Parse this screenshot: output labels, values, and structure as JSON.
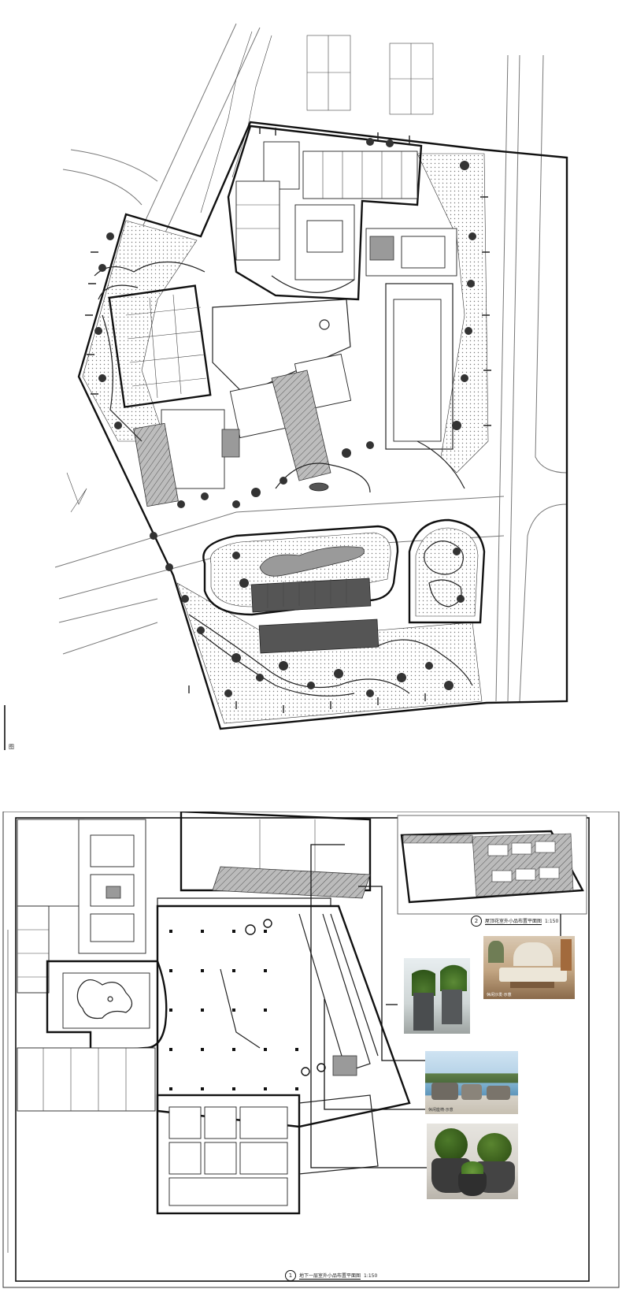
{
  "top_sheet": {
    "legend_mark": "图"
  },
  "bottom_sheet": {
    "callout_1": {
      "number": "1",
      "text": "地下一层室外小品布置平面图",
      "scale": "1:150"
    },
    "callout_2": {
      "number": "2",
      "text": "屋顶花室外小品布置平面图",
      "scale": "1:150"
    },
    "photos": [
      {
        "name": "sofa-lounge-photo",
        "caption": "休闲沙发·示意"
      },
      {
        "name": "planter-photo",
        "caption": ""
      },
      {
        "name": "pool-lounge-photo",
        "caption": "休闲座椅·示意"
      },
      {
        "name": "topiary-pot-photo",
        "caption": ""
      }
    ],
    "side_note": "地下一层室外小品布置平面图"
  }
}
